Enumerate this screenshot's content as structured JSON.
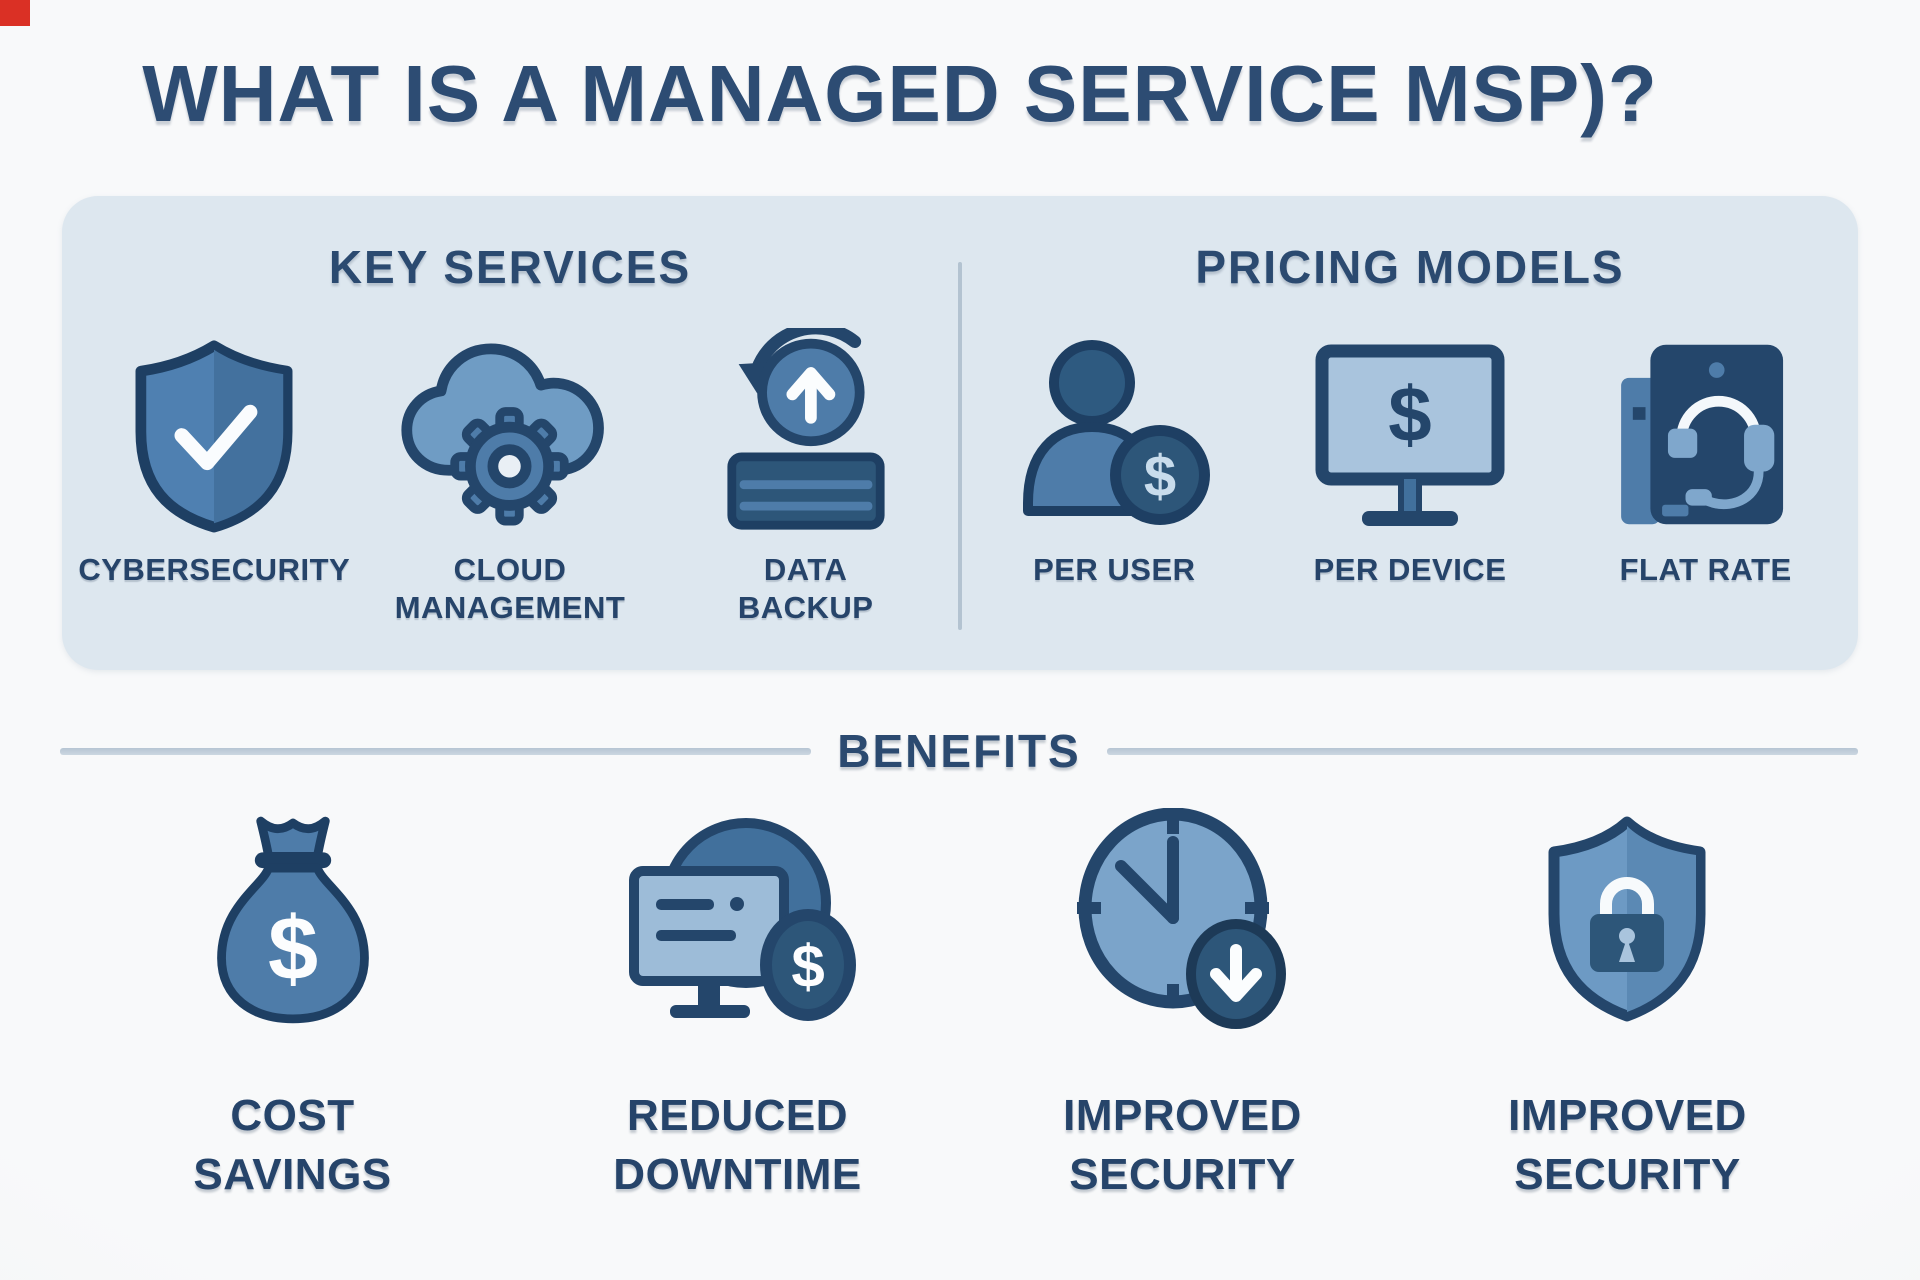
{
  "title": "WHAT IS A MANAGED SERVICE MSP)?",
  "panel": {
    "key_services": {
      "heading": "KEY SERVICES",
      "items": [
        {
          "icon": "shield-check-icon",
          "label": "CYBERSECURITY"
        },
        {
          "icon": "cloud-gear-icon",
          "label": "CLOUD MANAGEMENT"
        },
        {
          "icon": "backup-server-icon",
          "label": "DATA BACKUP"
        }
      ]
    },
    "pricing_models": {
      "heading": "PRICING MODELS",
      "items": [
        {
          "icon": "user-dollar-icon",
          "label": "PER USER"
        },
        {
          "icon": "monitor-dollar-icon",
          "label": "PER DEVICE"
        },
        {
          "icon": "device-headset-icon",
          "label": "FLAT RATE"
        }
      ]
    }
  },
  "benefits": {
    "heading": "BENEFITS",
    "items": [
      {
        "icon": "money-bag-icon",
        "label": "COST SAVINGS"
      },
      {
        "icon": "monitor-coin-icon",
        "label": "REDUCED DOWNTIME"
      },
      {
        "icon": "clock-down-arrow-icon",
        "label": "IMPROVED SECURITY"
      },
      {
        "icon": "shield-lock-icon",
        "label": "IMPROVED SECURITY"
      }
    ]
  },
  "colors": {
    "background": "#f6f7f8",
    "panel_background": "#dde7ef",
    "heading_text": "#2b4a70",
    "label_text": "#26446a",
    "icon_navy": "#24466b",
    "icon_dark_fill": "#2d5679",
    "icon_mid_blue": "#4e7ca9",
    "icon_light_blue": "#a9c4dd",
    "divider": "#b3c3d1",
    "benefits_line": "#c2cfdb",
    "corner_artifact_red": "#da3025"
  }
}
